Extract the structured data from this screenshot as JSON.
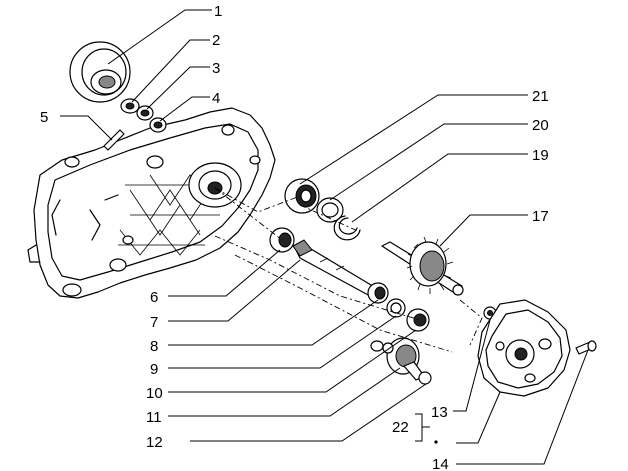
{
  "diagram": {
    "callouts": [
      {
        "id": "c1",
        "label": "1"
      },
      {
        "id": "c2",
        "label": "2"
      },
      {
        "id": "c3",
        "label": "3"
      },
      {
        "id": "c4",
        "label": "4"
      },
      {
        "id": "c5",
        "label": "5"
      },
      {
        "id": "c6",
        "label": "6"
      },
      {
        "id": "c7",
        "label": "7"
      },
      {
        "id": "c8",
        "label": "8"
      },
      {
        "id": "c9",
        "label": "9"
      },
      {
        "id": "c10",
        "label": "10"
      },
      {
        "id": "c11",
        "label": "11"
      },
      {
        "id": "c12",
        "label": "12"
      },
      {
        "id": "c13",
        "label": "13"
      },
      {
        "id": "c14",
        "label": "14"
      },
      {
        "id": "c17",
        "label": "17"
      },
      {
        "id": "c19",
        "label": "19"
      },
      {
        "id": "c20",
        "label": "20"
      },
      {
        "id": "c21",
        "label": "21"
      },
      {
        "id": "c22",
        "label": "22"
      }
    ]
  }
}
